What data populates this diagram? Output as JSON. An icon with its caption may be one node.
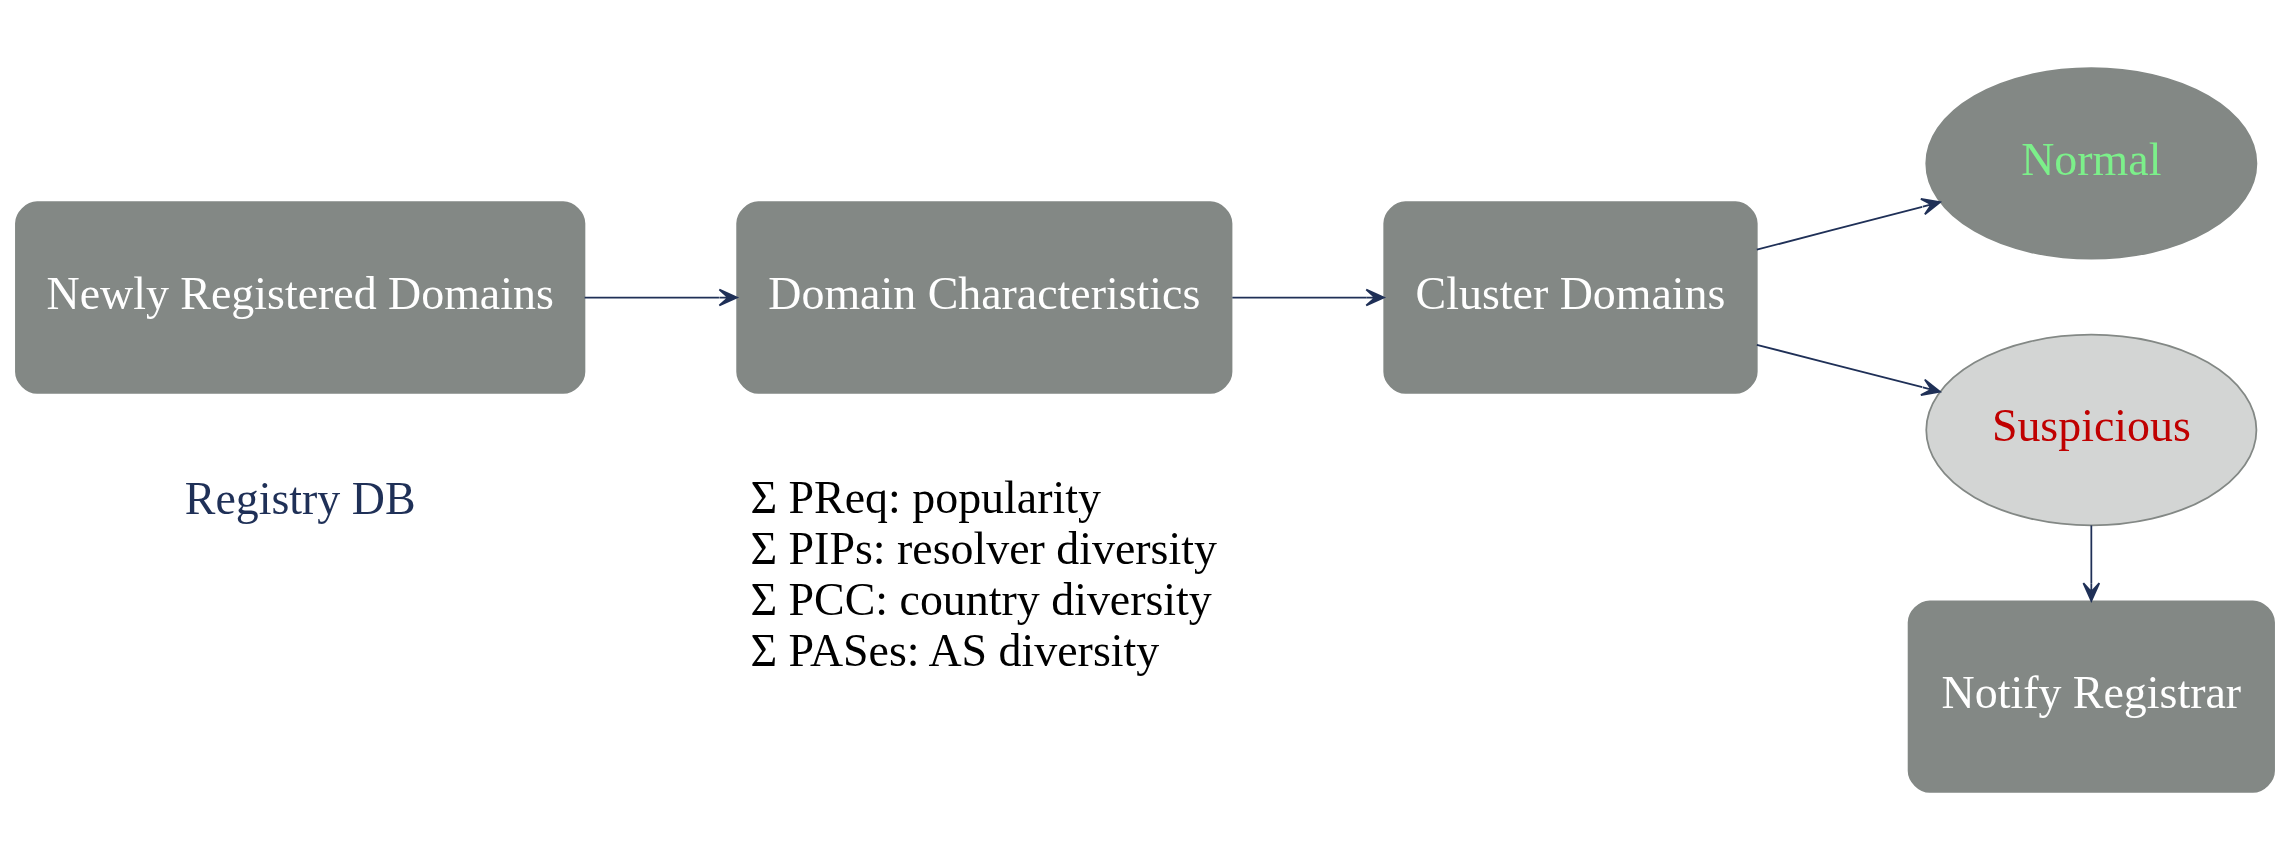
{
  "diagram": {
    "nodes": [
      {
        "text": [
          "Newly Registered Domains"
        ],
        "beside": [
          "Registry DB"
        ]
      },
      {
        "text": [
          "Domain Characteristics"
        ]
      },
      {
        "text": [
          "Cluster Domains"
        ]
      },
      {
        "text": [
          "Normal"
        ]
      },
      {
        "text": [
          "Suspicious"
        ]
      },
      {
        "text": [
          "Notify Registrar"
        ]
      }
    ],
    "edges": [
      {
        "from": 0,
        "to": 1,
        "arrow": "to"
      },
      {
        "from": 1,
        "to": 2,
        "arrow": "to"
      },
      {
        "from": 2,
        "to": 3,
        "arrow": "to"
      },
      {
        "from": 2,
        "to": 4,
        "arrow": "to"
      },
      {
        "from": 4,
        "to": 5,
        "arrow": "to"
      }
    ],
    "labels": [
      "Σ PReq: popularity",
      "Σ PIPs: resolver diversity",
      "Σ PCC: country diversity",
      "Σ PASes: AS diversity"
    ]
  }
}
